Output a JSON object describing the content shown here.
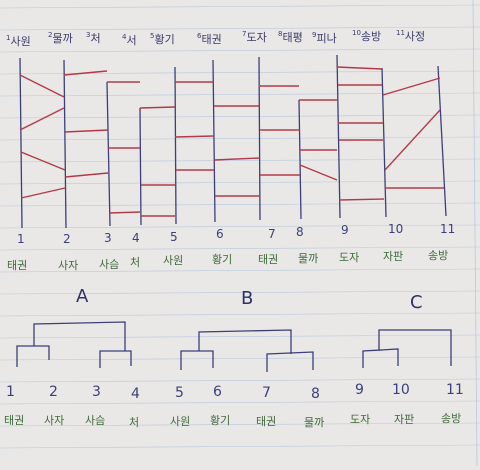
{
  "top_labels": [
    {
      "num": "1",
      "text": "사원"
    },
    {
      "num": "2",
      "text": "물까"
    },
    {
      "num": "3",
      "text": "처"
    },
    {
      "num": "4",
      "text": "서"
    },
    {
      "num": "5",
      "text": "황기"
    },
    {
      "num": "6",
      "text": "태권"
    },
    {
      "num": "7",
      "text": "도자"
    },
    {
      "num": "8",
      "text": "태평"
    },
    {
      "num": "9",
      "text": "피나"
    },
    {
      "num": "10",
      "text": "송방"
    },
    {
      "num": "11",
      "text": "사정"
    }
  ],
  "ladder_numbers": [
    "1",
    "2",
    "3",
    "4",
    "5",
    "6",
    "7",
    "8",
    "9",
    "10",
    "11"
  ],
  "ladder_names": [
    "태권",
    "사자",
    "사슴",
    "처",
    "사원",
    "황기",
    "태권",
    "물까",
    "도자",
    "자판",
    "송방"
  ],
  "groups": [
    {
      "label": "A",
      "numbers": [
        "1",
        "2",
        "3",
        "4"
      ],
      "names": [
        "태권",
        "사자",
        "사슴",
        "처"
      ]
    },
    {
      "label": "B",
      "numbers": [
        "5",
        "6",
        "7",
        "8"
      ],
      "names": [
        "사원",
        "황기",
        "태권",
        "물까"
      ]
    },
    {
      "label": "C",
      "numbers": [
        "9",
        "10",
        "11"
      ],
      "names": [
        "도자",
        "자판",
        "송방"
      ]
    }
  ],
  "colors": {
    "paper": "#e9e8e6",
    "grid": "#b9c8dd",
    "ink_red": "#b23a48",
    "ink_blue": "#3c3f7a",
    "ink_green": "#3f6a3a"
  }
}
